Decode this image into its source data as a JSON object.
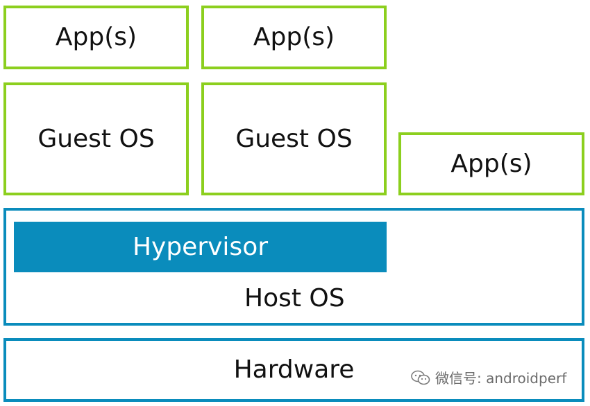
{
  "colors": {
    "green": "#8ccf1e",
    "blue": "#0a8cbc"
  },
  "boxes": {
    "app_left": "App(s)",
    "app_middle": "App(s)",
    "guest_left": "Guest OS",
    "guest_middle": "Guest OS",
    "app_right": "App(s)",
    "hypervisor": "Hypervisor",
    "host_os": "Host OS",
    "hardware": "Hardware"
  },
  "watermark": {
    "icon": "wechat-icon",
    "text": "微信号: androidperf"
  }
}
